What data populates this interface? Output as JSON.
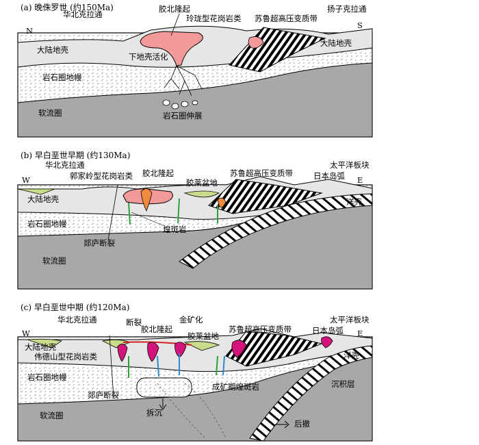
{
  "panel_a": {
    "title": "(a) 晚侏罗世 (约150Ma)",
    "labels": {
      "north_china": "华北克拉通",
      "jiaobei": "胶北隆起",
      "linglong": "玲珑型花岗岩类",
      "sulu": "苏鲁超高压变质带",
      "yangtze": "扬子克拉通",
      "n": "N",
      "s": "S",
      "crust_left": "大陆地壳",
      "crust_right": "大陆地壳",
      "lower_crust": "下地壳活化",
      "mantle": "岩石圈地幔",
      "asthenosphere": "软流圈",
      "extension": "岩石圈伸展"
    }
  },
  "panel_b": {
    "title": "(b) 早白垩世早期 (约130Ma)",
    "labels": {
      "north_china": "华北克拉通",
      "guojialing": "郭家岭型花岗岩类",
      "jiaobei": "胶北隆起",
      "jiaolai": "胶莱盆地",
      "sulu": "苏鲁超高压变质带",
      "pacific": "太平洋板块",
      "japan_arc": "日本岛弧",
      "w": "W",
      "e": "E",
      "crust": "大陆地壳",
      "ocean_crust": "洋壳",
      "mantle": "岩石圈地幔",
      "lamprophyre": "煌斑岩",
      "tanlu": "郯庐断裂",
      "asthenosphere": "软流圈"
    }
  },
  "panel_c": {
    "title": "(c) 早白垩世中期 (约120Ma)",
    "labels": {
      "north_china": "华北克拉通",
      "fault": "断裂",
      "gold": "金矿化",
      "jiaobei": "胶北隆起",
      "jiaolai": "胶莱盆地",
      "sulu": "苏鲁超高压变质带",
      "pacific": "太平洋板块",
      "japan_arc": "日本岛弧",
      "w": "W",
      "e": "E",
      "crust": "大陆地壳",
      "weideshan": "伟德山型花岗岩类",
      "ocean_crust": "洋壳",
      "mantle": "岩石圈地幔",
      "tanlu": "郯庐断裂",
      "ore_lamprophyre": "成矿期煌斑岩",
      "sediment": "沉积层",
      "delamination": "拆沉",
      "asthenosphere": "软流圈",
      "rollback": "后撤"
    }
  },
  "colors": {
    "outline": "#000000",
    "crust": "#e6e6e6",
    "mantle_bg": "#ffffff",
    "asthenosphere": "#a8a8a8",
    "granite": "#f29a9a",
    "granite_orange": "#f08a3c",
    "basin": "#c8dc8c",
    "magenta": "#d4147a",
    "dike_green": "#2e9e3a",
    "dike_blue": "#2a8ad0",
    "fault_red": "#d02020"
  }
}
